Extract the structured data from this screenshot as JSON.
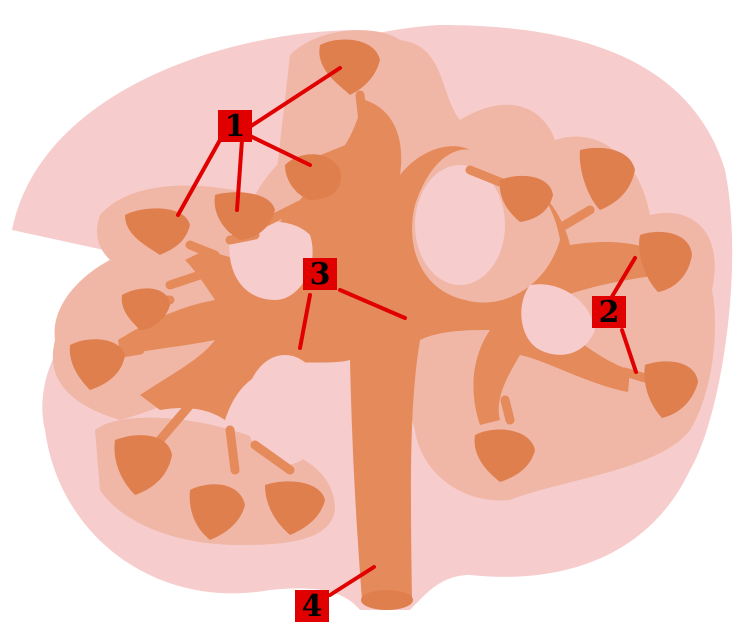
{
  "colors": {
    "background": "#ffffff",
    "kidney_outer": "#f6cccc",
    "cortex_lobe": "#f0b7a7",
    "duct": "#e58a5a",
    "calyx_cup": "#df7f4e",
    "label_box": "#e10000",
    "label_line": "#e10000",
    "label_text": "#000000"
  },
  "labels": [
    {
      "id": "1",
      "text": "1"
    },
    {
      "id": "2",
      "text": "2"
    },
    {
      "id": "3",
      "text": "3"
    },
    {
      "id": "4",
      "text": "4"
    }
  ]
}
